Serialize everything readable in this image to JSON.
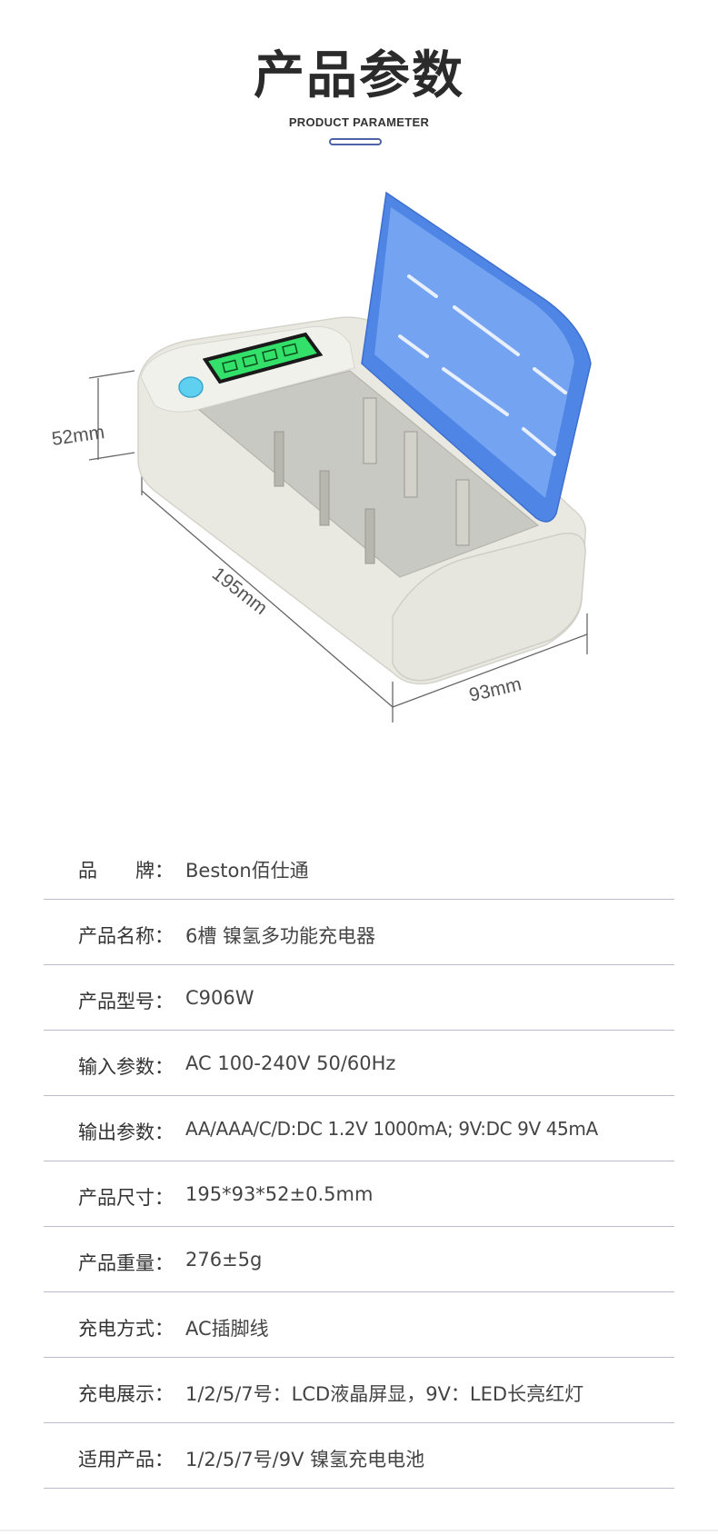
{
  "header": {
    "title": "产品参数",
    "subtitle": "PRODUCT PARAMETER"
  },
  "dimensions": {
    "height": "52mm",
    "length": "195mm",
    "width": "93mm"
  },
  "specs": [
    {
      "label": "品　　牌：",
      "value": "Beston佰仕通"
    },
    {
      "label": "产品名称：",
      "value": "6槽 镍氢多功能充电器"
    },
    {
      "label": "产品型号：",
      "value": "C906W"
    },
    {
      "label": "输入参数：",
      "value": "AC 100-240V 50/60Hz"
    },
    {
      "label": "输出参数：",
      "value": "AA/AAA/C/D:DC 1.2V 1000mA; 9V:DC 9V 45mA"
    },
    {
      "label": "产品尺寸：",
      "value": "195*93*52±0.5mm"
    },
    {
      "label": "产品重量：",
      "value": "276±5g"
    },
    {
      "label": "充电方式：",
      "value": "AC插脚线"
    },
    {
      "label": "充电展示：",
      "value": "1/2/5/7号：LCD液晶屏显，9V：LED长亮红灯"
    },
    {
      "label": "适用产品：",
      "value": "1/2/5/7号/9V 镍氢充电电池"
    }
  ],
  "colors": {
    "lid": "#4f86e6",
    "body": "#ebebe4",
    "lcd": "#33e06a",
    "accent": "#4f62a8"
  }
}
